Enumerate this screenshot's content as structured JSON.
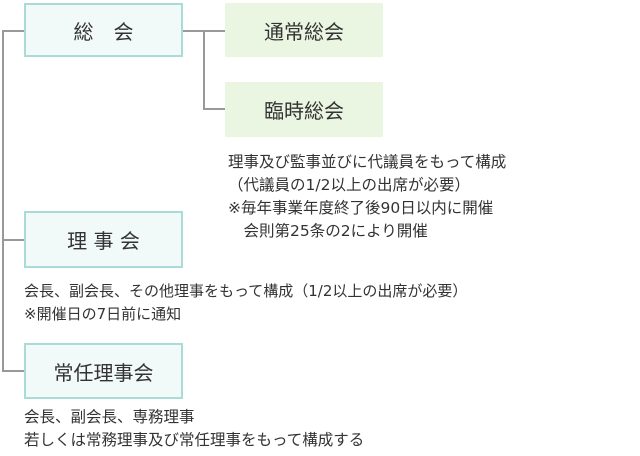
{
  "nodes": {
    "general_meeting": "総　会",
    "ordinary_general_meeting": "通常総会",
    "extraordinary_general_meeting": "臨時総会",
    "board_of_directors": "理 事 会",
    "standing_board": "常任理事会"
  },
  "notes": {
    "general_meeting": [
      "理事及び監事並びに代議員をもって構成",
      "（代議員の1/2以上の出席が必要）",
      "※毎年事業年度終了後90日以内に開催",
      "　会則第25条の2により開催"
    ],
    "board_of_directors": [
      "会長、副会長、その他理事をもって構成（1/2以上の出席が必要）",
      "※開催日の7日前に通知"
    ],
    "standing_board": [
      "会長、副会長、専務理事",
      "若しくは常務理事及び常任理事をもって構成する"
    ]
  },
  "colors": {
    "box_fill": "#f2f9f9",
    "box_border": "#a9dcd9",
    "sub_box_fill": "#eaf5e2",
    "connector": "#999999"
  }
}
